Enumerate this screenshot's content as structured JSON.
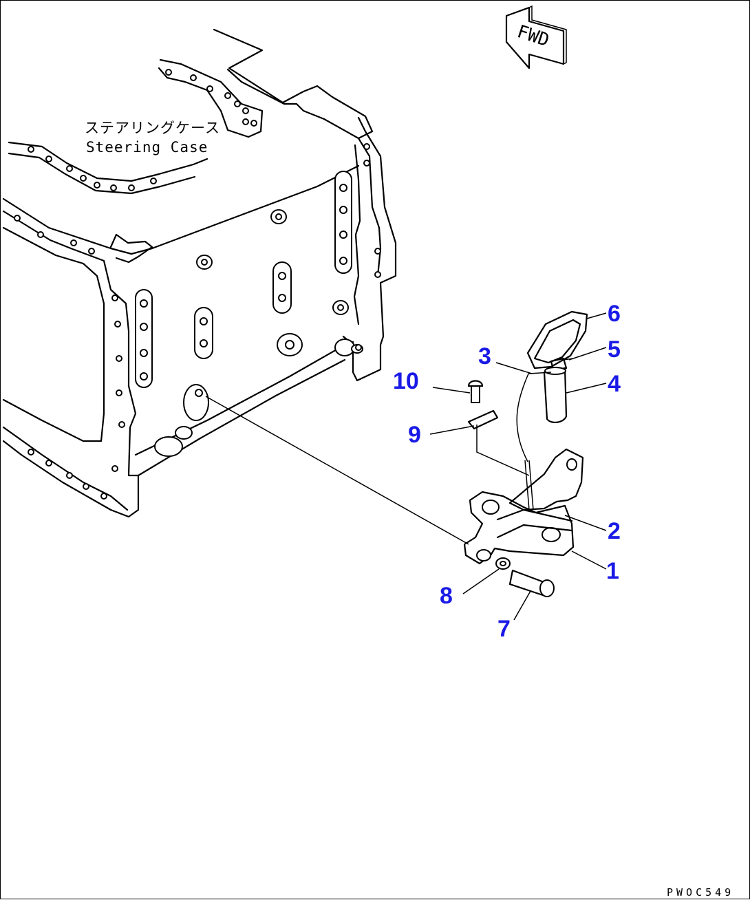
{
  "diagram": {
    "fwd_label": "FWD",
    "case_label_jp": "ステアリングケース",
    "case_label_en": "Steering Case",
    "figure_code": "PWOC549",
    "callout_color": "#1a1ae6",
    "callouts": [
      {
        "id": "1",
        "text": "1"
      },
      {
        "id": "2",
        "text": "2"
      },
      {
        "id": "3",
        "text": "3"
      },
      {
        "id": "4",
        "text": "4"
      },
      {
        "id": "5",
        "text": "5"
      },
      {
        "id": "6",
        "text": "6"
      },
      {
        "id": "7",
        "text": "7"
      },
      {
        "id": "8",
        "text": "8"
      },
      {
        "id": "9",
        "text": "9"
      },
      {
        "id": "10",
        "text": "10"
      }
    ]
  }
}
